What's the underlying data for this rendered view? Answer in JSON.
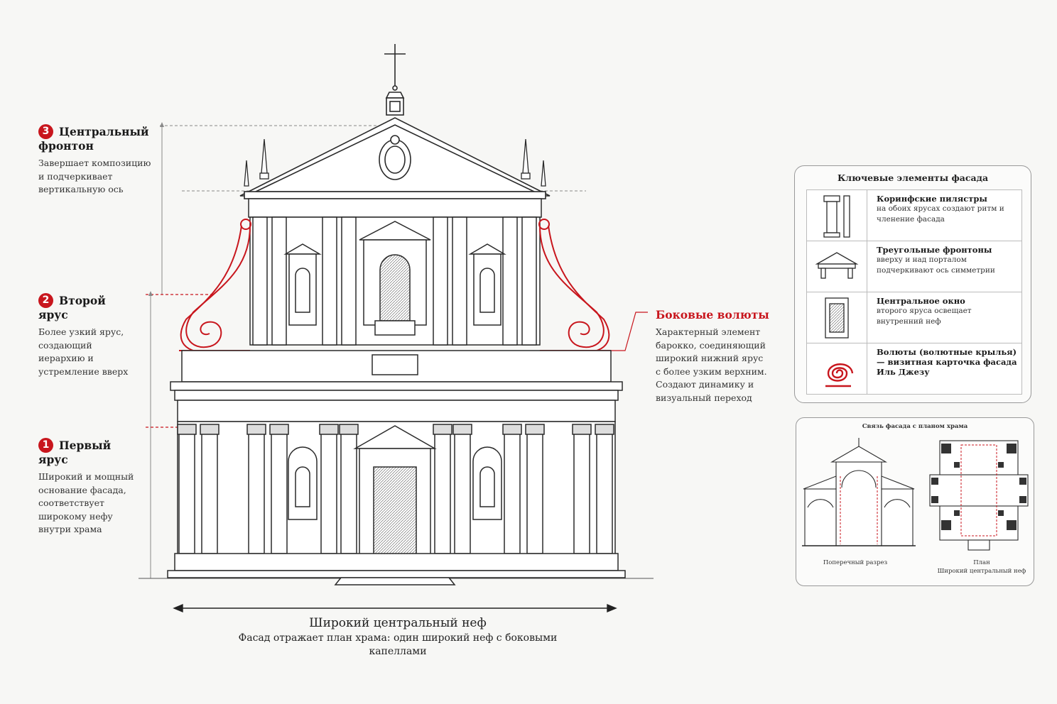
{
  "left_labels": [
    {
      "number": "3",
      "title": "Центральный фронтон",
      "text": "Завершает композицию и подчеркивает вертикальную ось"
    },
    {
      "number": "2",
      "title": "Второй ярус",
      "text": "Более узкий ярус, создающий иерархию и устремление вверх"
    },
    {
      "number": "1",
      "title": "Первый ярус",
      "text": "Широкий и мощный основание фасада, соответствует широкому нефу внутри храма"
    }
  ],
  "right_label": {
    "title": "Боковые волюты",
    "text": "Характерный элемент барокко, соединяющий широкий нижний ярус с более узким верхним. Создают динамику и визуальный переход"
  },
  "bottom": {
    "title": "Широкий центральный неф",
    "subtitle": "Фасад отражает план храма: один широкий неф с боковыми капеллами"
  },
  "legend": {
    "title": "Ключевые элементы фасада",
    "items": [
      {
        "title": "Коринфские пилястры",
        "text": "на обоих ярусах создают ритм и членение фасада",
        "icon": "pilaster-icon"
      },
      {
        "title": "Треугольные фронтоны",
        "text": "вверху и над порталом подчеркивают ось симметрии",
        "icon": "pediment-icon"
      },
      {
        "title": "Центральное окно",
        "text": "второго яруса освещает внутренний неф",
        "icon": "window-icon"
      },
      {
        "title": "Волюты (волютные крылья) — визитная карточка фасада Иль Джезу",
        "text": "",
        "icon": "volute-icon"
      }
    ]
  },
  "plan_box": {
    "title": "Связь фасада с планом храма",
    "section_caption": "Поперечный разрез",
    "plan_caption_title": "План",
    "plan_caption_text": "Широкий центральный неф"
  },
  "colors": {
    "accent": "#c8161d",
    "line": "#2a2a2a"
  }
}
